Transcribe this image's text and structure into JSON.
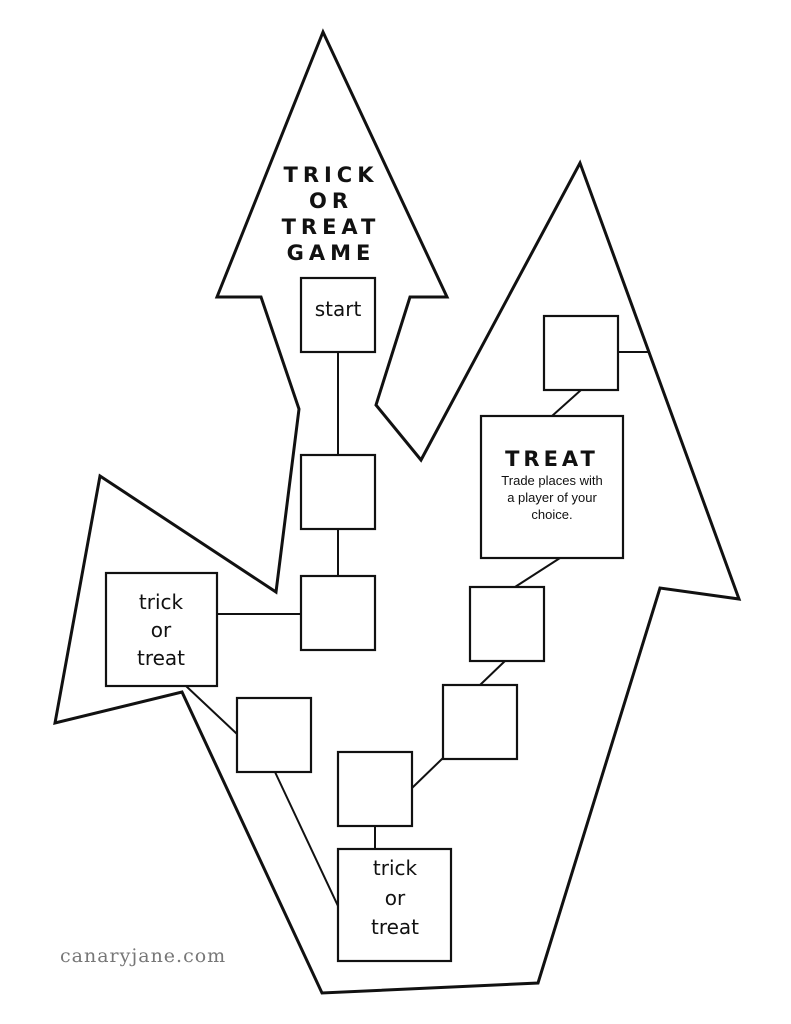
{
  "game": {
    "title_lines": [
      "TRICK",
      "OR",
      "TREAT",
      "GAME"
    ],
    "start_label": "start",
    "trick_or_treat_left": [
      "trick",
      "or",
      "treat"
    ],
    "trick_or_treat_bottom": [
      "trick",
      "or",
      "treat"
    ],
    "treat_card": {
      "title": "TREAT",
      "body": [
        "Trade places with",
        "a player of your",
        "choice."
      ]
    },
    "credit": "canaryjane.com"
  },
  "colors": {
    "outline": "#111111",
    "background": "#ffffff",
    "credit_text": "#777777"
  }
}
